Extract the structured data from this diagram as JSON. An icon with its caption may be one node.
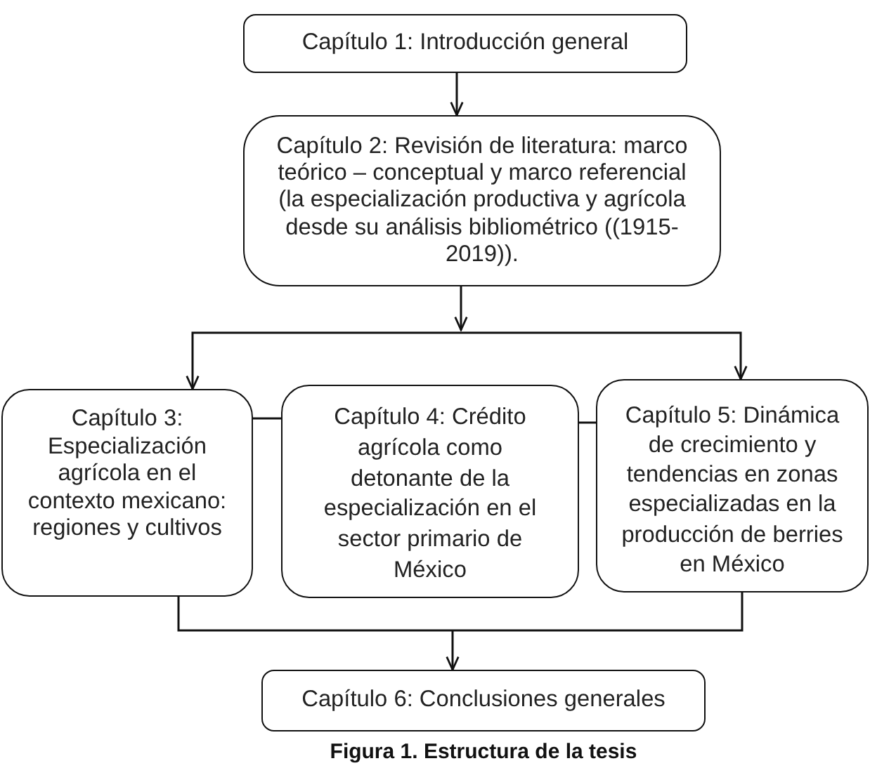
{
  "diagram": {
    "caption": "Figura 1. Estructura de la tesis",
    "nodes": [
      {
        "text": [
          "Capítulo 1: Introducción general"
        ]
      },
      {
        "text": [
          "Capítulo 2: Revisión de literatura: marco teórico – conceptual y marco referencial (la especialización productiva y agrícola desde su análisis bibliométrico ((1915-2019))."
        ]
      },
      {
        "text": [
          "Capítulo 3: Especialización agrícola en el contexto mexicano: regiones y cultivos"
        ]
      },
      {
        "text": [
          "Capítulo 4: Crédito agrícola como detonante de la especialización en el sector primario de México"
        ]
      },
      {
        "text": [
          "Capítulo 5: Dinámica de crecimiento y tendencias en zonas especializadas en la producción de berries en México"
        ]
      },
      {
        "text": [
          "Capítulo 6: Conclusiones generales"
        ]
      }
    ],
    "edges": [
      {
        "from": 0,
        "to": 1,
        "arrow": "to"
      },
      {
        "from": 1,
        "to": 2,
        "arrow": "to"
      },
      {
        "from": 1,
        "to": 4,
        "arrow": "to"
      },
      {
        "from": 2,
        "to": 3,
        "arrow": "none"
      },
      {
        "from": 3,
        "to": 4,
        "arrow": "none"
      },
      {
        "from": 2,
        "to": 5,
        "arrow": "to"
      },
      {
        "from": 4,
        "to": 5,
        "arrow": "to"
      }
    ]
  }
}
